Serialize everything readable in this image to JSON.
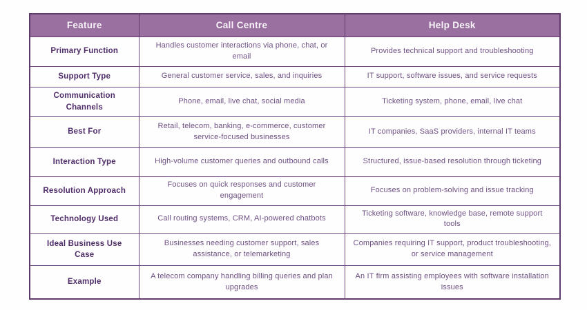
{
  "colors": {
    "header_bg": "#9a70a0",
    "header_text": "#f8f3f9",
    "border_color": "#714580",
    "outer_border": "#5f3a6b",
    "feature_text": "#4f2d68",
    "body_text": "#6e5083",
    "page_bg": "#fefefe"
  },
  "table": {
    "columns": [
      "Feature",
      "Call Centre",
      "Help Desk"
    ],
    "rows": [
      {
        "feature": "Primary Function",
        "call_centre": "Handles customer interactions via phone, chat, or email",
        "help_desk": "Provides technical support and troubleshooting"
      },
      {
        "feature": "Support Type",
        "call_centre": "General customer service, sales, and inquiries",
        "help_desk": "IT support, software issues, and service requests"
      },
      {
        "feature": "Communication Channels",
        "call_centre": "Phone, email, live chat, social media",
        "help_desk": "Ticketing system, phone, email, live chat"
      },
      {
        "feature": "Best For",
        "call_centre": "Retail, telecom, banking, e-commerce, customer service-focused businesses",
        "help_desk": "IT companies, SaaS providers, internal IT teams"
      },
      {
        "feature": "Interaction Type",
        "call_centre": "High-volume customer queries and outbound calls",
        "help_desk": "Structured, issue-based resolution through ticketing"
      },
      {
        "feature": "Resolution Approach",
        "call_centre": "Focuses on quick responses and customer engagement",
        "help_desk": "Focuses on problem-solving and issue tracking"
      },
      {
        "feature": "Technology Used",
        "call_centre": "Call routing systems, CRM, AI-powered chatbots",
        "help_desk": "Ticketing software, knowledge base, remote support tools"
      },
      {
        "feature": "Ideal Business Use Case",
        "call_centre": "Businesses needing customer support, sales assistance, or telemarketing",
        "help_desk": "Companies requiring IT support, product troubleshooting, or service management"
      },
      {
        "feature": "Example",
        "call_centre": "A telecom company handling billing queries and plan upgrades",
        "help_desk": "An IT firm assisting employees with software installation issues"
      }
    ]
  }
}
